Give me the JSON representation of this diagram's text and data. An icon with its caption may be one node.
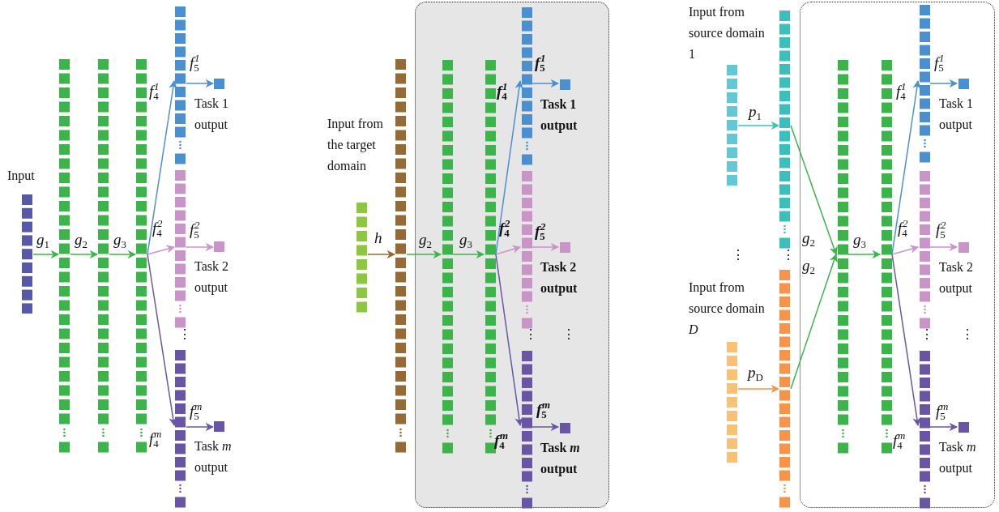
{
  "diagram": {
    "nodes": [
      {
        "text": [
          "Input"
        ]
      },
      {
        "text": [],
        "shape": "bar"
      },
      {
        "text": [],
        "shape": "bar"
      },
      {
        "text": [],
        "shape": "bar"
      },
      {
        "text": [],
        "shape": "bar"
      },
      {
        "text": [],
        "shape": "box",
        "beside": [
          "Task 1 output"
        ]
      },
      {
        "text": [],
        "shape": "bar"
      },
      {
        "text": [],
        "shape": "box",
        "beside": [
          "Task 2 output"
        ]
      },
      {
        "text": [],
        "shape": "bar"
      },
      {
        "text": [],
        "shape": "box",
        "beside": [
          "Task *m* output"
        ]
      },
      {
        "text": [],
        "shape": "box"
      },
      {
        "text": [
          "Input from the target domain"
        ]
      },
      {
        "text": [],
        "shape": "bar"
      },
      {
        "text": [],
        "shape": "bar",
        "in": 10
      },
      {
        "text": [],
        "shape": "bar",
        "in": 10
      },
      {
        "text": [],
        "shape": "bar",
        "in": 10
      },
      {
        "text": [],
        "shape": "box",
        "in": 10,
        "beside": [
          "Task 1 output"
        ]
      },
      {
        "text": [],
        "shape": "bar",
        "in": 10
      },
      {
        "text": [],
        "shape": "box",
        "in": 10,
        "beside": [
          "Task 2 output"
        ]
      },
      {
        "text": [],
        "shape": "bar",
        "in": 10
      },
      {
        "text": [],
        "shape": "box",
        "in": 10,
        "beside": [
          "Task *m* output"
        ]
      },
      {
        "text": [],
        "shape": "box"
      },
      {
        "text": [
          "Input from source domain 1"
        ]
      },
      {
        "text": [],
        "shape": "bar"
      },
      {
        "text": [
          "Input from source domain *D*"
        ]
      },
      {
        "text": [],
        "shape": "bar"
      },
      {
        "text": [],
        "shape": "bar",
        "in": 21
      },
      {
        "text": [],
        "shape": "bar",
        "in": 21
      },
      {
        "text": [],
        "shape": "bar",
        "in": 21
      },
      {
        "text": [],
        "shape": "box",
        "in": 21,
        "beside": [
          "Task 1 output"
        ]
      },
      {
        "text": [],
        "shape": "bar",
        "in": 21
      },
      {
        "text": [],
        "shape": "box",
        "in": 21,
        "beside": [
          "Task 2 output"
        ]
      },
      {
        "text": [],
        "shape": "bar",
        "in": 21
      },
      {
        "text": [],
        "shape": "box",
        "in": 21,
        "beside": [
          "Task *m* output"
        ]
      }
    ],
    "edges": [
      {
        "from": 0,
        "to": 1,
        "arrow": "to",
        "label": "*g*$_{1}$"
      },
      {
        "from": 1,
        "to": 2,
        "arrow": "to",
        "label": "*g*$_{2}$"
      },
      {
        "from": 2,
        "to": 3,
        "arrow": "to",
        "label": "*g*$_{3}$"
      },
      {
        "from": 3,
        "to": 4,
        "arrow": "to",
        "label": "*f*$_{4}$$^{1}$",
        "color": "#4a90d0"
      },
      {
        "from": 4,
        "to": 5,
        "arrow": "to",
        "label": "*f*$_{5}$$^{1}$",
        "color": "#4a90d0"
      },
      {
        "from": 3,
        "to": 6,
        "arrow": "to",
        "label": "*f*$_{4}$$^{2}$",
        "color": "#c994c7"
      },
      {
        "from": 6,
        "to": 7,
        "arrow": "to",
        "label": "*f*$_{5}$$^{2}$",
        "color": "#c994c7"
      },
      {
        "from": 3,
        "to": 8,
        "arrow": "to",
        "label": "*f*$_{4}$$^{m}$",
        "color": "#6a55a5"
      },
      {
        "from": 8,
        "to": 9,
        "arrow": "to",
        "label": "*f*$_{5}$$^{m}$",
        "color": "#6a55a5"
      },
      {
        "from": 11,
        "to": 12,
        "arrow": "to",
        "label": "*h*",
        "color": "#956a34"
      },
      {
        "from": 12,
        "to": 13,
        "arrow": "to",
        "label": "*g*$_{2}$"
      },
      {
        "from": 13,
        "to": 14,
        "arrow": "to",
        "label": "*g*$_{3}$"
      },
      {
        "from": 14,
        "to": 15,
        "arrow": "to",
        "label": "*f*$_{4}$$^{1}$",
        "color": "#4a90d0"
      },
      {
        "from": 15,
        "to": 16,
        "arrow": "to",
        "label": "*f*$_{5}$$^{1}$",
        "color": "#4a90d0"
      },
      {
        "from": 14,
        "to": 17,
        "arrow": "to",
        "label": "*f*$_{4}$$^{2}$",
        "color": "#c994c7"
      },
      {
        "from": 17,
        "to": 18,
        "arrow": "to",
        "label": "*f*$_{5}$$^{2}$",
        "color": "#c994c7"
      },
      {
        "from": 14,
        "to": 19,
        "arrow": "to",
        "label": "*f*$_{4}$$^{m}$",
        "color": "#6a55a5"
      },
      {
        "from": 19,
        "to": 20,
        "arrow": "to",
        "label": "*f*$_{5}$$^{m}$",
        "color": "#6a55a5"
      },
      {
        "from": 22,
        "to": 23,
        "arrow": "to",
        "label": "*p*$_{1}$",
        "color": "#3bbfbd"
      },
      {
        "from": 24,
        "to": 25,
        "arrow": "to",
        "label": "*p*$_{D}$",
        "color": "#f7944a"
      },
      {
        "from": 23,
        "to": 26,
        "arrow": "to",
        "label": "*g*$_{2}$"
      },
      {
        "from": 25,
        "to": 26,
        "arrow": "to",
        "label": "*g*$_{2}$"
      },
      {
        "from": 26,
        "to": 27,
        "arrow": "to",
        "label": "*g*$_{3}$"
      },
      {
        "from": 27,
        "to": 28,
        "arrow": "to",
        "label": "*f*$_{4}$$^{1}$",
        "color": "#4a90d0"
      },
      {
        "from": 28,
        "to": 29,
        "arrow": "to",
        "label": "*f*$_{5}$$^{1}$",
        "color": "#4a90d0"
      },
      {
        "from": 27,
        "to": 30,
        "arrow": "to",
        "label": "*f*$_{4}$$^{2}$",
        "color": "#c994c7"
      },
      {
        "from": 30,
        "to": 31,
        "arrow": "to",
        "label": "*f*$_{5}$$^{2}$",
        "color": "#c994c7"
      },
      {
        "from": 27,
        "to": 32,
        "arrow": "to",
        "label": "*f*$_{4}$$^{m}$",
        "color": "#6a55a5"
      },
      {
        "from": 32,
        "to": 33,
        "arrow": "to",
        "label": "*f*$_{5}$$^{m}$",
        "color": "#6a55a5"
      }
    ],
    "labels": [
      "⋮",
      "⋮",
      "⋮",
      "⋮",
      "⋮",
      "⋮",
      "⋮"
    ]
  }
}
